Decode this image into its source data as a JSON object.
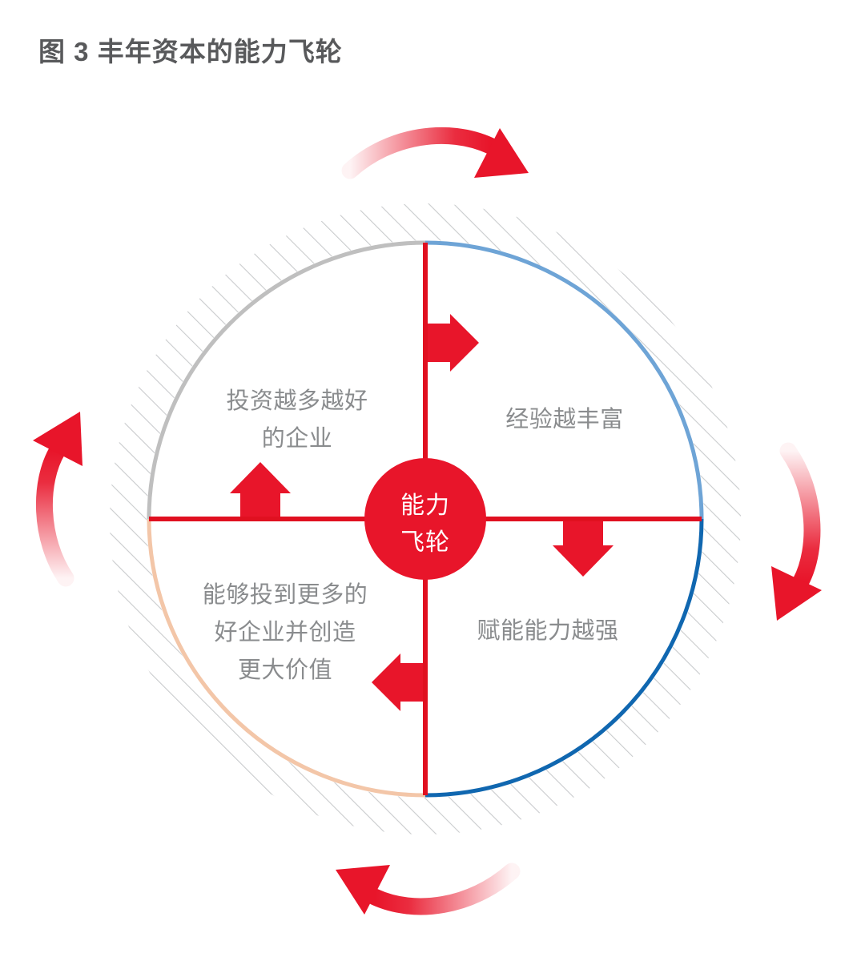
{
  "figure": {
    "title": "图 3  丰年资本的能力飞轮"
  },
  "hub": {
    "name": "能力飞轮",
    "line1": "能力",
    "line2": "飞轮",
    "fill_color": "#E8152A"
  },
  "quadrants": [
    {
      "id": "top-left",
      "arc_color": "#BFBFBF",
      "lines": [
        "投资越多越好",
        "的企业"
      ]
    },
    {
      "id": "top-right",
      "arc_color": "#6EA4D6",
      "lines": [
        "经验越丰富"
      ]
    },
    {
      "id": "bottom-right",
      "arc_color": "#1067B0",
      "lines": [
        "赋能能力越强"
      ]
    },
    {
      "id": "bottom-left",
      "arc_color": "#F3C6A8",
      "lines": [
        "能够投到更多的",
        "好企业并创造",
        "更大价值"
      ]
    }
  ],
  "inner_arrows": [
    {
      "id": "inner-arrow-top",
      "direction": "right"
    },
    {
      "id": "inner-arrow-right",
      "direction": "down"
    },
    {
      "id": "inner-arrow-bottom",
      "direction": "left"
    },
    {
      "id": "inner-arrow-left",
      "direction": "up"
    }
  ],
  "outer_arrows": [
    {
      "id": "outer-arrow-top",
      "direction": "clockwise-right"
    },
    {
      "id": "outer-arrow-right",
      "direction": "clockwise-down"
    },
    {
      "id": "outer-arrow-bottom",
      "direction": "clockwise-left"
    },
    {
      "id": "outer-arrow-left",
      "direction": "clockwise-up"
    }
  ],
  "colors": {
    "red": "#E8152A",
    "axis_red": "#E01020",
    "label_gray": "#8a8c8e",
    "title_gray": "#58595b",
    "hatch_gray": "#C9CBCD",
    "background": "#ffffff"
  }
}
